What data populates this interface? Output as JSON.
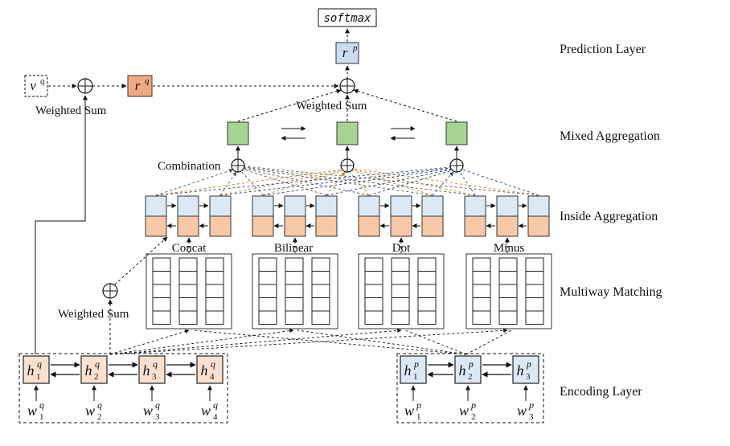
{
  "layers": {
    "prediction": "Prediction Layer",
    "mixed": "Mixed Aggregation",
    "inside": "Inside Aggregation",
    "matching": "Multiway Matching",
    "encoding": "Encoding Layer"
  },
  "labels": {
    "softmax": "softmax",
    "weighted_sum_top": "Weighted Sum",
    "weighted_sum_left": "Weighted Sum",
    "weighted_sum_mid": "Weighted Sum",
    "combination": "Combination"
  },
  "vectors": {
    "vq": "v",
    "vq_sup": "q",
    "rq": "r",
    "rq_sup": "q",
    "rp": "r",
    "rp_sup": "p"
  },
  "matching_groups": [
    "Concat",
    "Bilinear",
    "Dot",
    "Minus"
  ],
  "question_hidden": [
    {
      "base": "h",
      "sub": "1",
      "sup": "q"
    },
    {
      "base": "h",
      "sub": "2",
      "sup": "q"
    },
    {
      "base": "h",
      "sub": "3",
      "sup": "q"
    },
    {
      "base": "h",
      "sub": "4",
      "sup": "q"
    }
  ],
  "question_words": [
    {
      "base": "w",
      "sub": "1",
      "sup": "q"
    },
    {
      "base": "w",
      "sub": "2",
      "sup": "q"
    },
    {
      "base": "w",
      "sub": "3",
      "sup": "q"
    },
    {
      "base": "w",
      "sub": "4",
      "sup": "q"
    }
  ],
  "passage_hidden": [
    {
      "base": "h",
      "sub": "1",
      "sup": "p"
    },
    {
      "base": "h",
      "sub": "2",
      "sup": "p"
    },
    {
      "base": "h",
      "sub": "3",
      "sup": "p"
    }
  ],
  "passage_words": [
    {
      "base": "w",
      "sub": "1",
      "sup": "p"
    },
    {
      "base": "w",
      "sub": "2",
      "sup": "p"
    },
    {
      "base": "w",
      "sub": "3",
      "sup": "p"
    }
  ],
  "colors": {
    "question": "#fbe0cf",
    "passage": "#dbe8f6",
    "rq": "#f2a882",
    "rp": "#c9dcf0",
    "green": "#a6d492",
    "cell_top": "#dbe8f6",
    "cell_bottom": "#f9c8a6",
    "line_orange": "#b8861d",
    "line_blue": "#2b3e78",
    "line_dark": "#333333"
  }
}
